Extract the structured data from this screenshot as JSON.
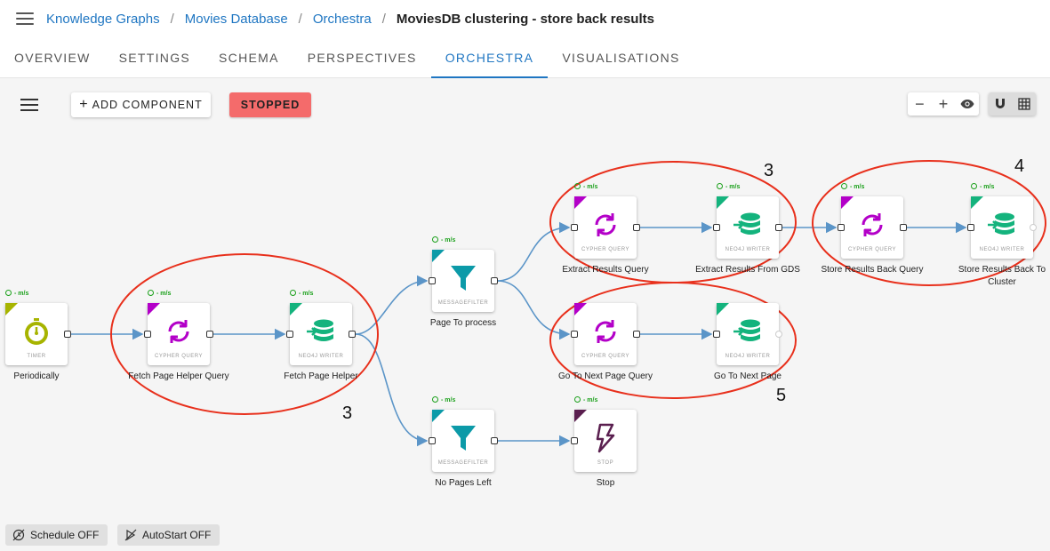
{
  "breadcrumb": {
    "items": [
      "Knowledge Graphs",
      "Movies Database",
      "Orchestra"
    ],
    "current": "MoviesDB clustering - store back results"
  },
  "tabs": [
    {
      "label": "OVERVIEW",
      "active": false
    },
    {
      "label": "SETTINGS",
      "active": false
    },
    {
      "label": "SCHEMA",
      "active": false
    },
    {
      "label": "PERSPECTIVES",
      "active": false
    },
    {
      "label": "ORCHESTRA",
      "active": true
    },
    {
      "label": "VISUALISATIONS",
      "active": false
    }
  ],
  "toolbar": {
    "add_component_label": "ADD COMPONENT",
    "status_label": "STOPPED",
    "status_color": "#f46b6b",
    "zoom_out": "−",
    "zoom_in": "+"
  },
  "colors": {
    "accent": "#1f76c2",
    "edge": "#5b95c8",
    "annotation": "#e8301c",
    "rate": "#1aa01a"
  },
  "nodes": [
    {
      "id": "periodically",
      "type_label": "TIMER",
      "label": "Periodically",
      "icon": "stopwatch-icon",
      "rate": "- m/s",
      "color": "#a7b400",
      "has_rate": true
    },
    {
      "id": "fetch-page-helper-query",
      "type_label": "CYPHER QUERY",
      "label": "Fetch Page Helper Query",
      "icon": "refresh-icon",
      "rate": "- m/s",
      "color": "#b300c8",
      "has_rate": true
    },
    {
      "id": "fetch-page-helper",
      "type_label": "NEO4J WRITER",
      "label": "Fetch Page Helper",
      "icon": "database-write-icon",
      "rate": "- m/s",
      "color": "#14b37d",
      "has_rate": true
    },
    {
      "id": "page-to-process",
      "type_label": "MESSAGEFILTER",
      "label": "Page To process",
      "icon": "filter-icon",
      "rate": "- m/s",
      "color": "#0c9aa8",
      "has_rate": true
    },
    {
      "id": "no-pages-left",
      "type_label": "MESSAGEFILTER",
      "label": "No Pages Left",
      "icon": "filter-icon",
      "rate": "- m/s",
      "color": "#0c9aa8",
      "has_rate": true
    },
    {
      "id": "stop",
      "type_label": "STOP",
      "label": "Stop",
      "icon": "bolt-icon",
      "rate": "- m/s",
      "color": "#5a1f4f",
      "has_rate": true
    },
    {
      "id": "extract-results-query",
      "type_label": "CYPHER QUERY",
      "label": "Extract Results Query",
      "icon": "refresh-icon",
      "rate": "- m/s",
      "color": "#b300c8",
      "has_rate": true
    },
    {
      "id": "extract-results-from-gds",
      "type_label": "NEO4J WRITER",
      "label": "Extract Results From GDS",
      "icon": "database-write-icon",
      "rate": "- m/s",
      "color": "#14b37d",
      "has_rate": true
    },
    {
      "id": "go-to-next-page-query",
      "type_label": "CYPHER QUERY",
      "label": "Go To Next Page Query",
      "icon": "refresh-icon",
      "rate": "",
      "color": "#b300c8",
      "has_rate": false
    },
    {
      "id": "go-to-next-page",
      "type_label": "NEO4J WRITER",
      "label": "Go To Next Page",
      "icon": "database-write-icon",
      "rate": "",
      "color": "#14b37d",
      "has_rate": false
    },
    {
      "id": "store-results-back-query",
      "type_label": "CYPHER QUERY",
      "label": "Store Results Back Query",
      "icon": "refresh-icon",
      "rate": "- m/s",
      "color": "#b300c8",
      "has_rate": true
    },
    {
      "id": "store-results-back-to-cluster",
      "type_label": "NEO4J WRITER",
      "label": "Store Results Back To Cluster",
      "icon": "database-write-icon",
      "rate": "- m/s",
      "color": "#14b37d",
      "has_rate": true
    }
  ],
  "annotations": [
    "3",
    "3",
    "4",
    "5"
  ],
  "footer": {
    "schedule_label": "Schedule OFF",
    "autostart_label": "AutoStart OFF"
  }
}
